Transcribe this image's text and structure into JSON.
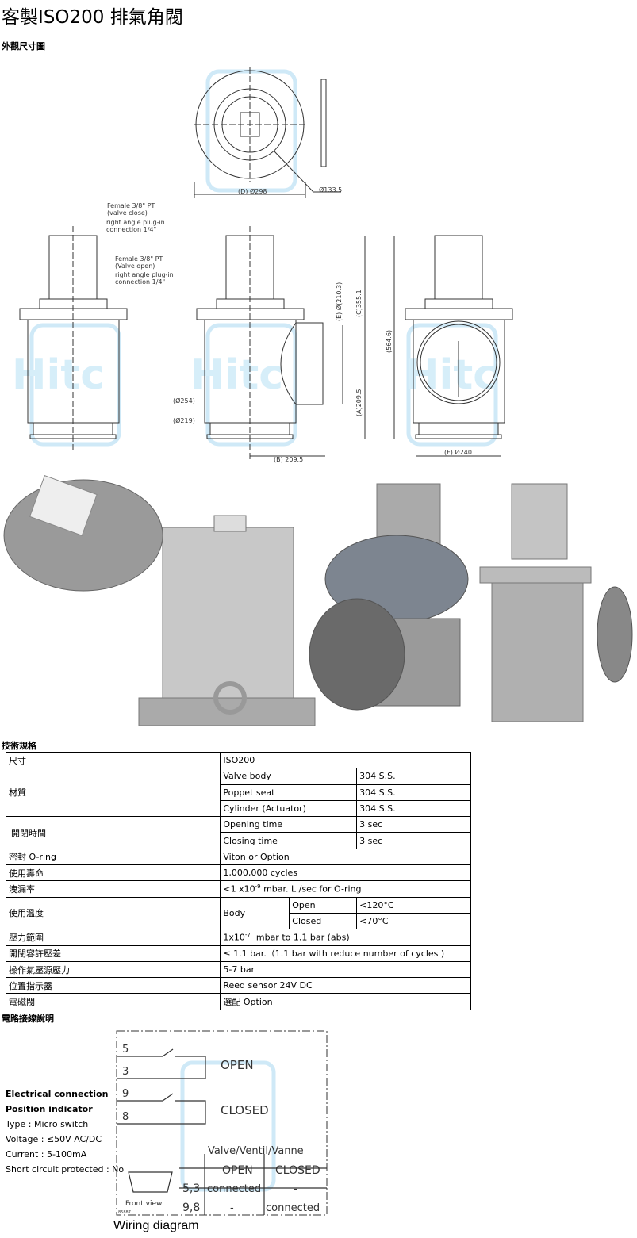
{
  "page": {
    "title": "客製ISO200 排氣角閥",
    "section_dimensions": "外觀尺寸圖",
    "section_specs": "技術規格",
    "section_wiring": "電路接線說明"
  },
  "drawing": {
    "watermark": "Hitc",
    "dim_d": "(D) Ø298",
    "dim_bolt": "Ø133.5",
    "note1_a": "Female 3/8\" PT",
    "note1_b": "(valve close)",
    "note1_c": "right angle plug-in",
    "note1_d": "connection 1/4\"",
    "note2_a": "Female 3/8\" PT",
    "note2_b": "(Valve open)",
    "note2_c": "right angle plug-in",
    "note2_d": "connection 1/4\"",
    "dim_254": "(Ø254)",
    "dim_219": "(Ø219)",
    "dim_b": "(B) 209.5",
    "dim_e": "(E) Ø(210.3)",
    "dim_c": "(C)355.1",
    "dim_a": "(A)209.5",
    "dim_total": "(564.6)",
    "dim_f": "(F) Ø240"
  },
  "specs": {
    "size": {
      "label": "尺寸",
      "value": "ISO200"
    },
    "material": {
      "label": "材質",
      "rows": [
        {
          "part": "Valve body",
          "value": "304 S.S."
        },
        {
          "part": "Poppet seat",
          "value": "304 S.S."
        },
        {
          "part": "Cylinder (Actuator)",
          "value": "304 S.S."
        }
      ]
    },
    "time": {
      "label": "開閉時間",
      "rows": [
        {
          "part": "Opening time",
          "value": "3 sec"
        },
        {
          "part": "Closing time",
          "value": "3 sec"
        }
      ]
    },
    "seal": {
      "label": "密封 O-ring",
      "value": "Viton or Option"
    },
    "life": {
      "label": "使用壽命",
      "value": "1,000,000 cycles"
    },
    "leak": {
      "label": "洩漏率",
      "pre": "<1 x10",
      "exp": "-9",
      "post": " mbar. L /sec for O-ring"
    },
    "temp": {
      "label": "使用溫度",
      "part": "Body",
      "rows": [
        {
          "state": "Open",
          "value": "<120°C"
        },
        {
          "state": "Closed",
          "value": "<70°C"
        }
      ]
    },
    "pressure": {
      "label": "壓力範圍",
      "pre": "1x10",
      "exp": "-7",
      "post": "  mbar to 1.1 bar (abs)"
    },
    "diff": {
      "label": "開閉容許壓差",
      "value": "≤ 1.1 bar.（1.1 bar with reduce number of cycles )"
    },
    "air": {
      "label": "操作氣壓源壓力",
      "value": "5-7 bar"
    },
    "indicator": {
      "label": "位置指示器",
      "value": "Reed sensor 24V DC"
    },
    "solenoid": {
      "label": "電磁閥",
      "value": "選配 Option"
    }
  },
  "electrical": {
    "title1": "Electrical connection",
    "title2": "Position indicator",
    "type": "Type : Micro switch",
    "voltage": "Voltage : ≤50V AC/DC",
    "current": "Current : 5-100mA",
    "short": "Short circuit protected : No"
  },
  "wiring": {
    "pin5": "5",
    "pin3": "3",
    "pin9": "9",
    "pin8": "8",
    "open": "OPEN",
    "closed": "CLOSED",
    "header": "Valve/Ventil/Vanne",
    "col_open": "OPEN",
    "col_closed": "CLOSED",
    "row1": "5,3",
    "row1_open": "connected",
    "row1_closed": "-",
    "row2": "9,8",
    "row2_open": "-",
    "row2_closed": "connected",
    "front": "Front view",
    "code": "85887",
    "caption": "Wiring diagram"
  }
}
